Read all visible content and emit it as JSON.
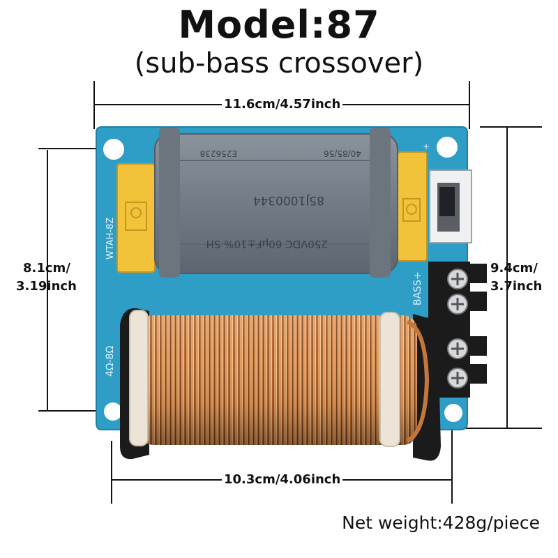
{
  "header": {
    "title": "Model:87",
    "subtitle": "(sub-bass crossover)"
  },
  "dimensions": {
    "top_width": "11.6cm/4.57inch",
    "bottom_width": "10.3cm/4.06inch",
    "left_height_line1": "8.1cm/",
    "left_height_line2": "3.19inch",
    "right_height_line1": "9.4cm/",
    "right_height_line2": "3.7inch"
  },
  "footer": {
    "net_weight": "Net weight:428g/piece"
  },
  "pcb_markings": {
    "capacitor_code": "85J1000344",
    "capacitor_rating": "250VDC 60µF±10% SH",
    "capacitor_top": "40/85/56",
    "capacitor_cert": "E256238",
    "resistor_label": "WTAH-8Z",
    "impedance": "4Ω-8Ω",
    "bass_label": "BASS+"
  },
  "colors": {
    "pcb": "#2f9ec7",
    "capacitor": "#727b85",
    "resistor": "#f2c23a",
    "copper": "#c4773a",
    "terminal": "#1b1b1b"
  }
}
